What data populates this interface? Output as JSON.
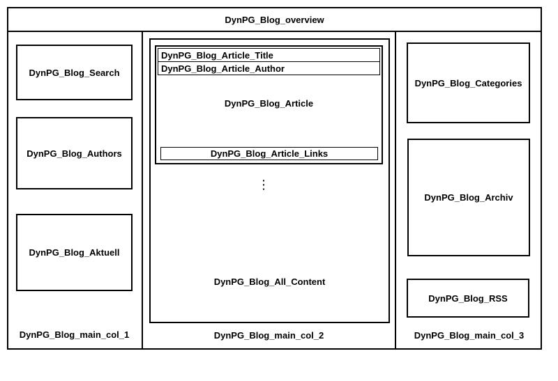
{
  "diagram": {
    "overview": "DynPG_Blog_overview",
    "col1": {
      "label": "DynPG_Blog_main_col_1",
      "search": "DynPG_Blog_Search",
      "authors": "DynPG_Blog_Authors",
      "aktuell": "DynPG_Blog_Aktuell"
    },
    "col2": {
      "label": "DynPG_Blog_main_col_2",
      "all_content": "DynPG_Blog_All_Content",
      "article": "DynPG_Blog_Article",
      "article_title": "DynPG_Blog_Article_Title",
      "article_author": "DynPG_Blog_Article_Author",
      "article_links": "DynPG_Blog_Article_Links",
      "ellipsis": "⋮"
    },
    "col3": {
      "label": "DynPG_Blog_main_col_3",
      "categories": "DynPG_Blog_Categories",
      "archiv": "DynPG_Blog_Archiv",
      "rss": "DynPG_Blog_RSS"
    }
  }
}
